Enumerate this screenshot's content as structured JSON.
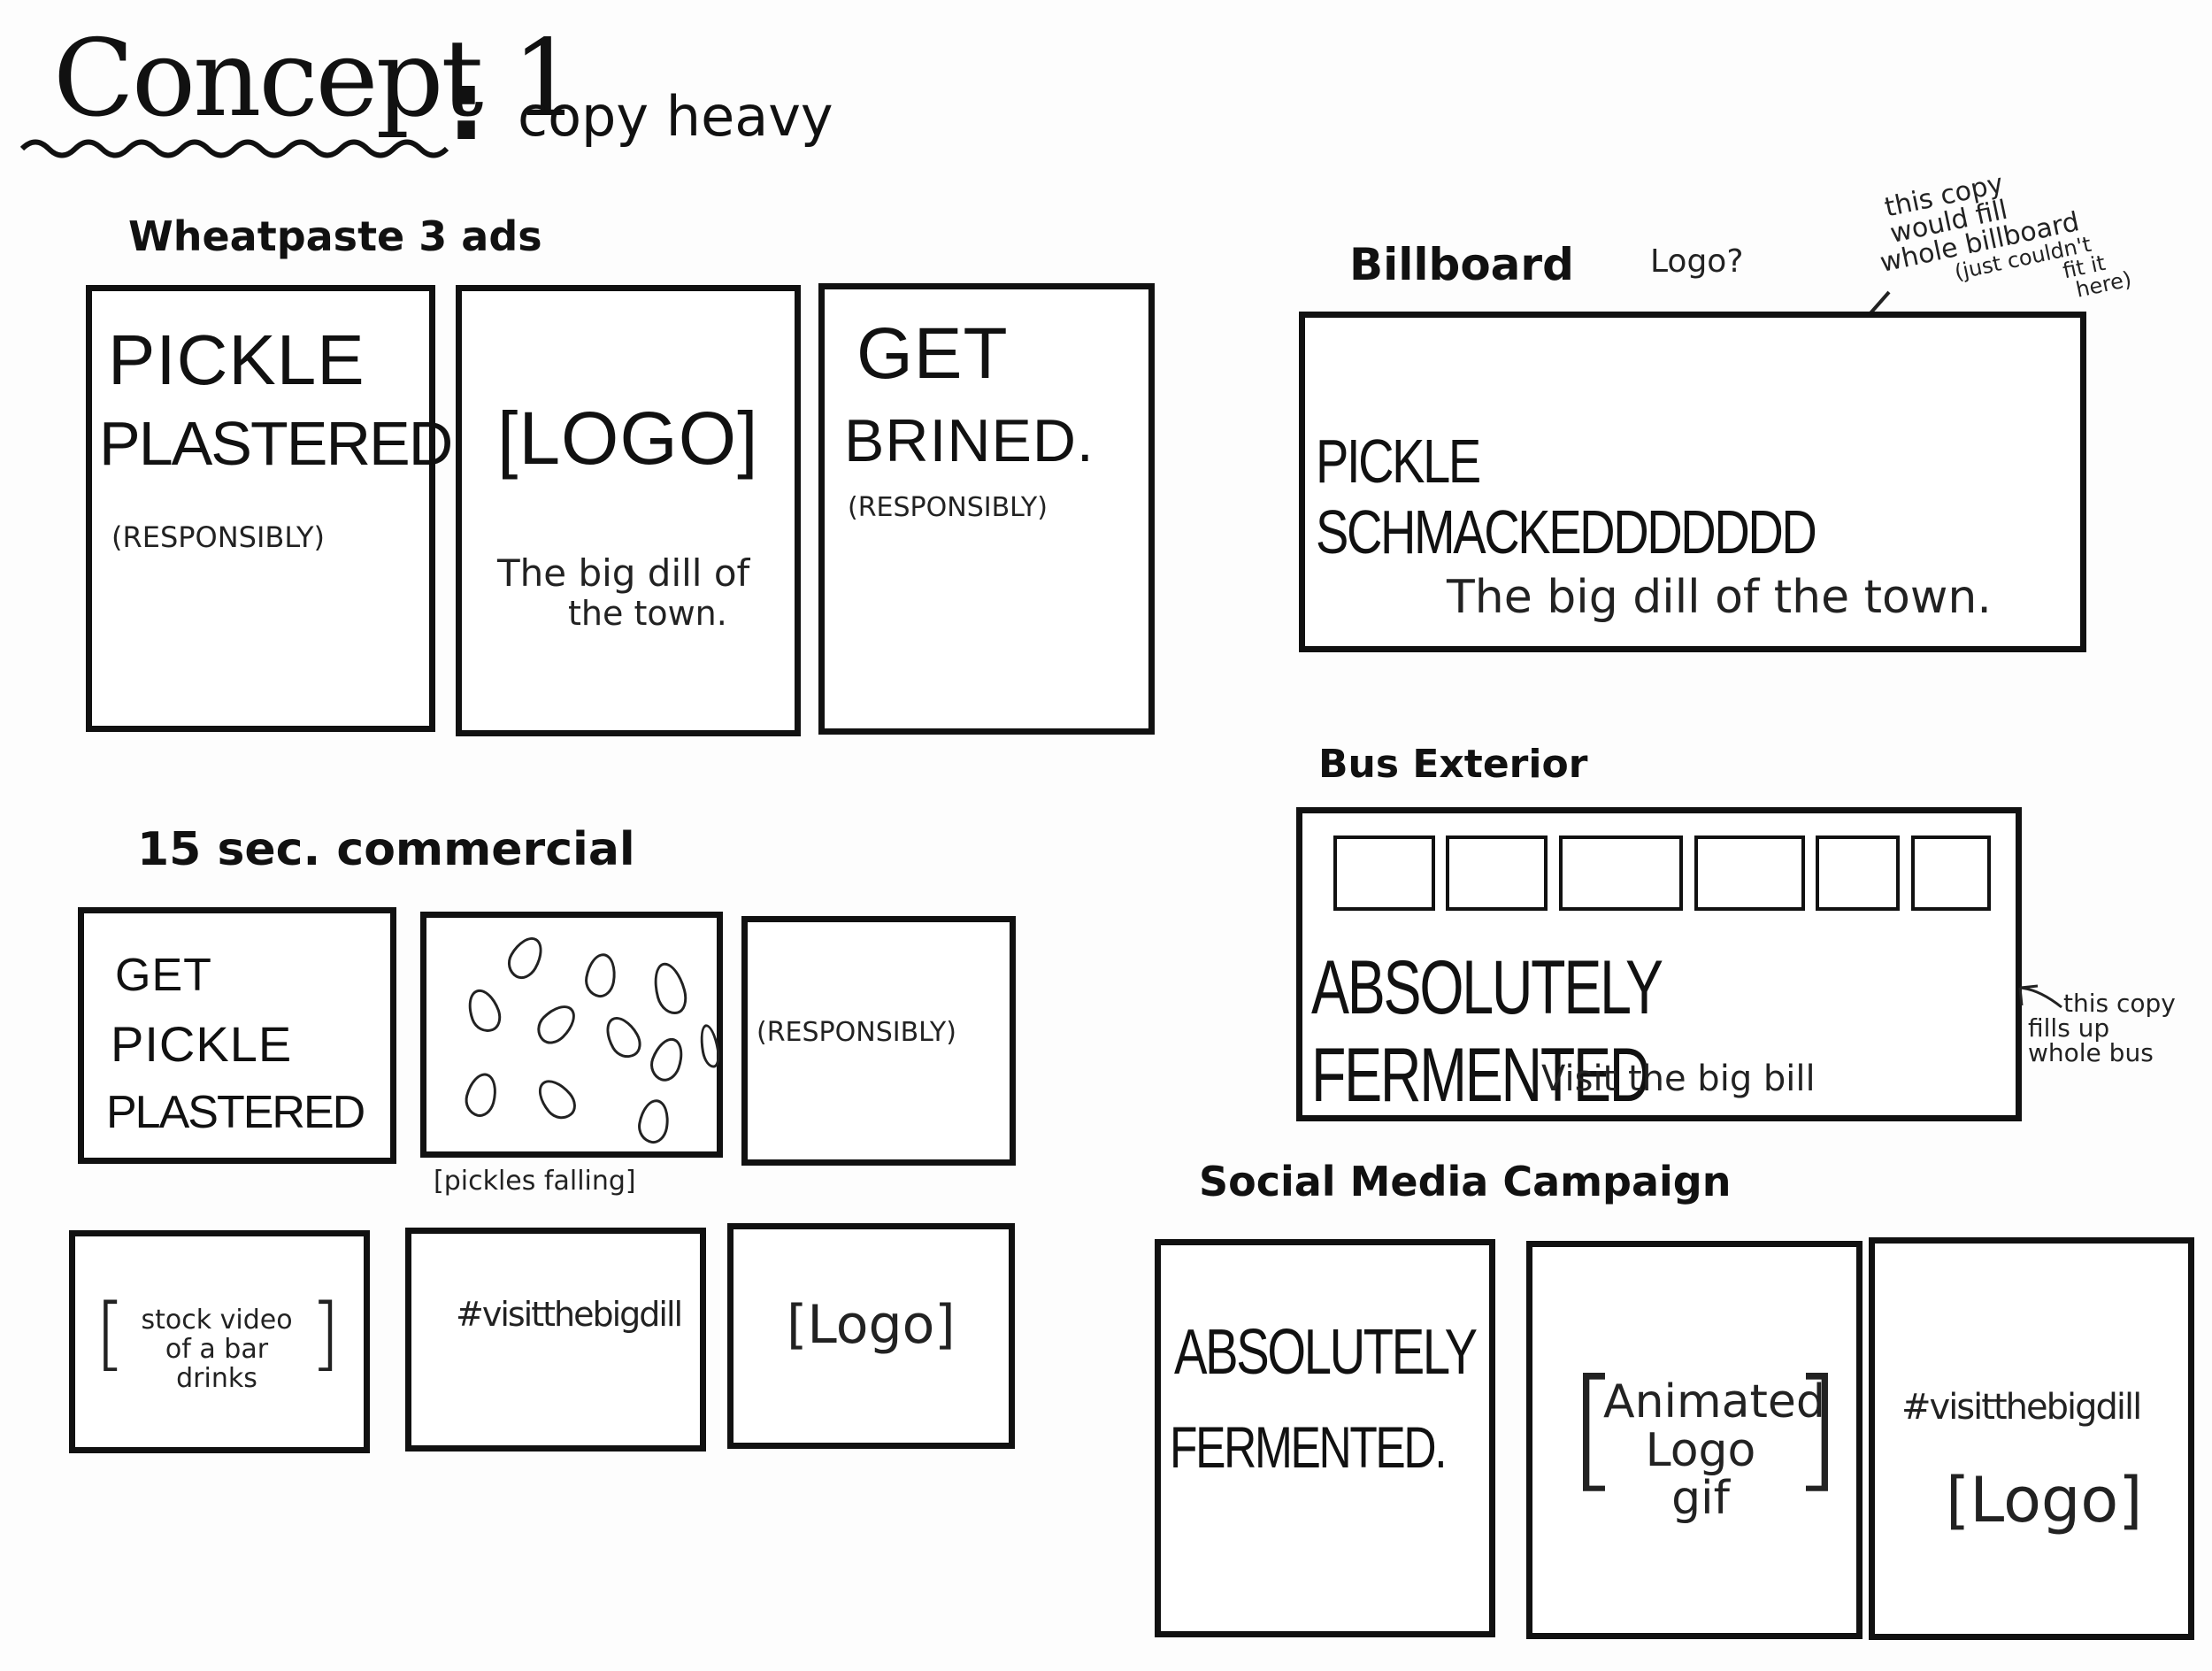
{
  "header": {
    "title": "Concept 1",
    "colon": ":",
    "subtitle": "copy heavy"
  },
  "wheatpaste": {
    "heading": "Wheatpaste 3 ads",
    "ad1": {
      "line1": "PICKLE",
      "line2": "PLASTERED.",
      "line3": "(RESPONSIBLY)"
    },
    "ad2": {
      "logo": "[LOGO]",
      "line1": "The big dill of",
      "line2": "the town."
    },
    "ad3": {
      "line1": "GET",
      "line2": "BRINED.",
      "line3": "(RESPONSIBLY)"
    }
  },
  "billboard": {
    "heading": "Billboard",
    "logo_note": "Logo?",
    "side_note_1": "this copy",
    "side_note_2": "would fill",
    "side_note_3": "whole billboard",
    "side_note_4": "(just couldn't",
    "side_note_5": "fit it",
    "side_note_6": "here)",
    "headline": "PICKLE SCHMACKEDDDDDDD",
    "tagline": "The big dill of the town."
  },
  "bus": {
    "heading": "Bus Exterior",
    "headline": "ABSOLUTELY FERMENTED",
    "tagline": "Visit the big bill",
    "side_note_1": "this copy",
    "side_note_2": "fills up",
    "side_note_3": "whole bus"
  },
  "commercial": {
    "heading": "15 sec. commercial",
    "f1": {
      "line1": "GET",
      "line2": "PICKLE",
      "line3": "PLASTERED"
    },
    "f2_caption": "[pickles falling]",
    "f3": "(RESPONSIBLY)",
    "f4": {
      "line1": "stock video",
      "line2": "of a bar",
      "line3": "drinks"
    },
    "f5": "#visitthebigdill",
    "f6": "[Logo]"
  },
  "social": {
    "heading": "Social Media Campaign",
    "p1": {
      "line1": "ABSOLUTELY",
      "line2": "FERMENTED."
    },
    "p2": {
      "line1": "Animated",
      "line2": "Logo",
      "line3": "gif"
    },
    "p3": {
      "line1": "#visitthebigdill",
      "line2": "[Logo]"
    }
  }
}
